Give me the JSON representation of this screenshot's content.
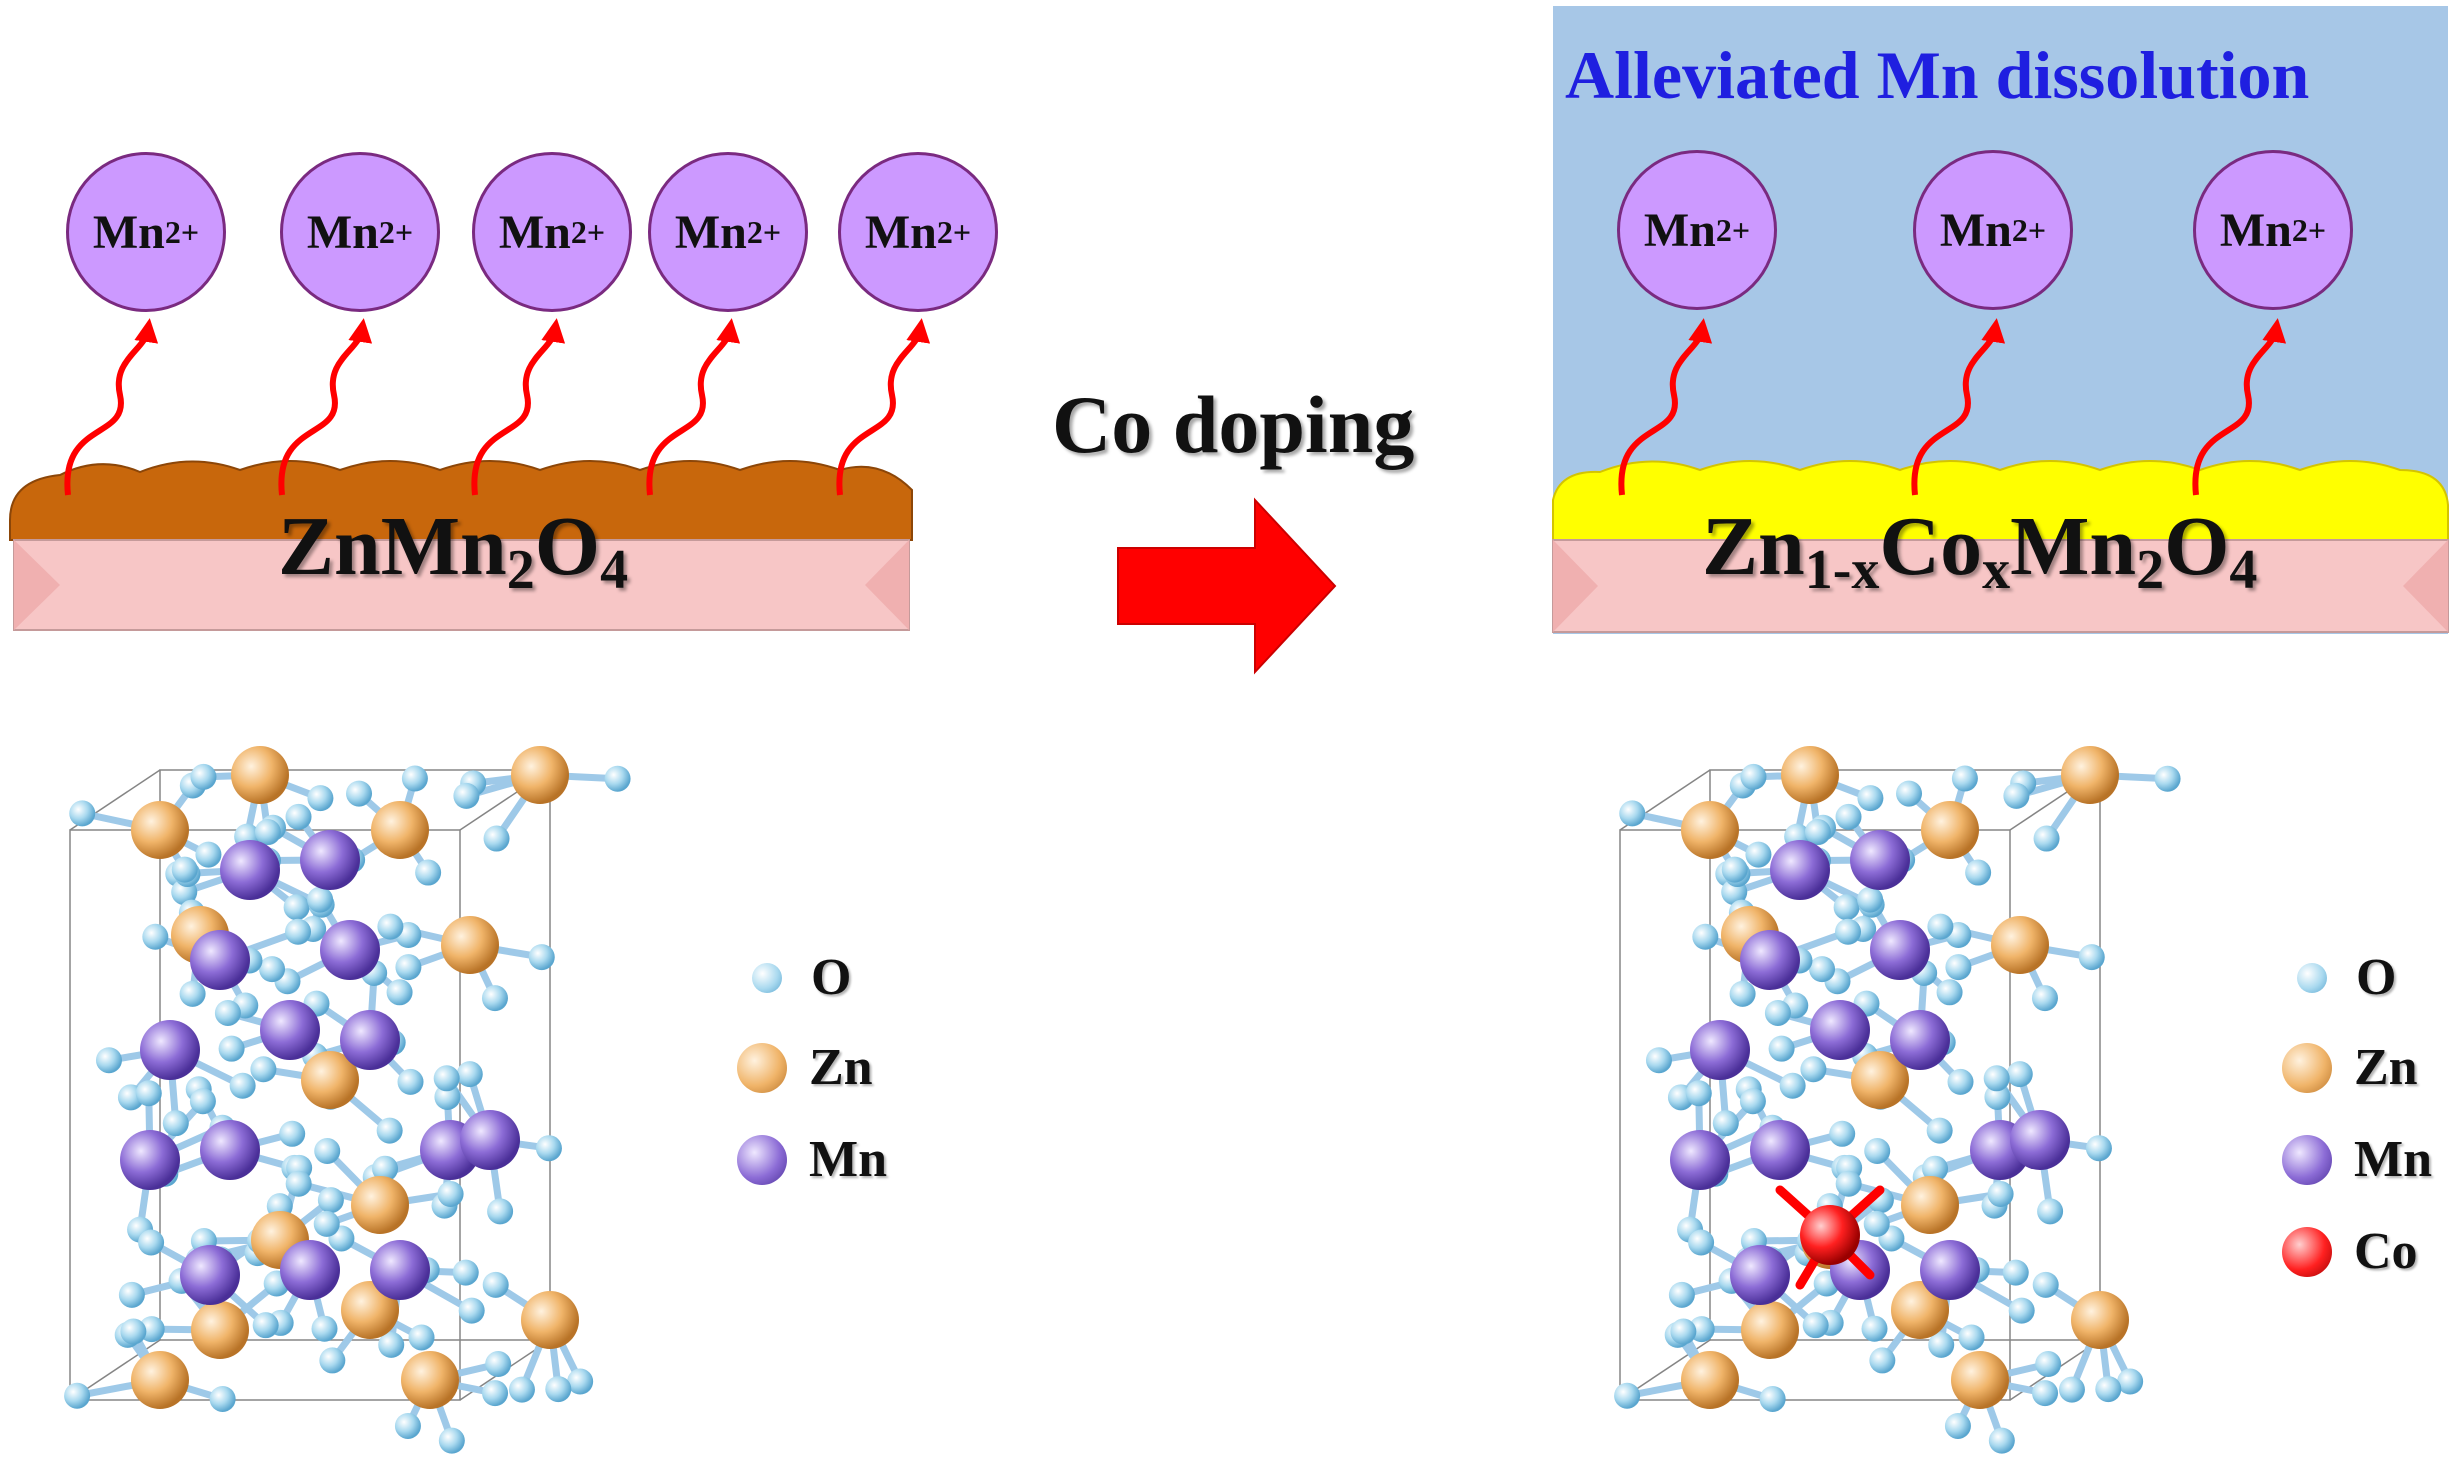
{
  "left_panel": {
    "ion_base": "Mn",
    "ion_charge": "2+",
    "ion_count": 5,
    "film_formula": {
      "zn": "Zn",
      "mn": "Mn",
      "mn_sub": "2",
      "o": "O",
      "o_sub": "4"
    },
    "film_color": "#c8670c"
  },
  "center": {
    "label": "Co doping",
    "arrow_color": "#ff0000"
  },
  "right_panel": {
    "banner": "Alleviated Mn dissolution",
    "background_color": "#a7c7e7",
    "ion_base": "Mn",
    "ion_charge": "2+",
    "ion_count": 3,
    "film_formula": {
      "zn": "Zn",
      "zn_sub": "1-x",
      "co": "Co",
      "co_sub": "x",
      "mn": "Mn",
      "mn_sub": "2",
      "o": "O",
      "o_sub": "4"
    },
    "film_color": "#ffff00"
  },
  "legend_left": [
    {
      "label": "O",
      "color": "#a9d9ef"
    },
    {
      "label": "Zn",
      "color": "#f0b469"
    },
    {
      "label": "Mn",
      "color": "#8c6cd6"
    }
  ],
  "legend_right": [
    {
      "label": "O",
      "color": "#a9d9ef"
    },
    {
      "label": "Zn",
      "color": "#f0b469"
    },
    {
      "label": "Mn",
      "color": "#8c6cd6"
    },
    {
      "label": "Co",
      "color": "#ff0000"
    }
  ],
  "colors": {
    "ion_fill": "#cc99ff",
    "ion_stroke": "#7a2a80",
    "substrate": "#f7c6c6",
    "dissolution_arrow": "#ff0000",
    "bond": "#9ec9e8"
  }
}
